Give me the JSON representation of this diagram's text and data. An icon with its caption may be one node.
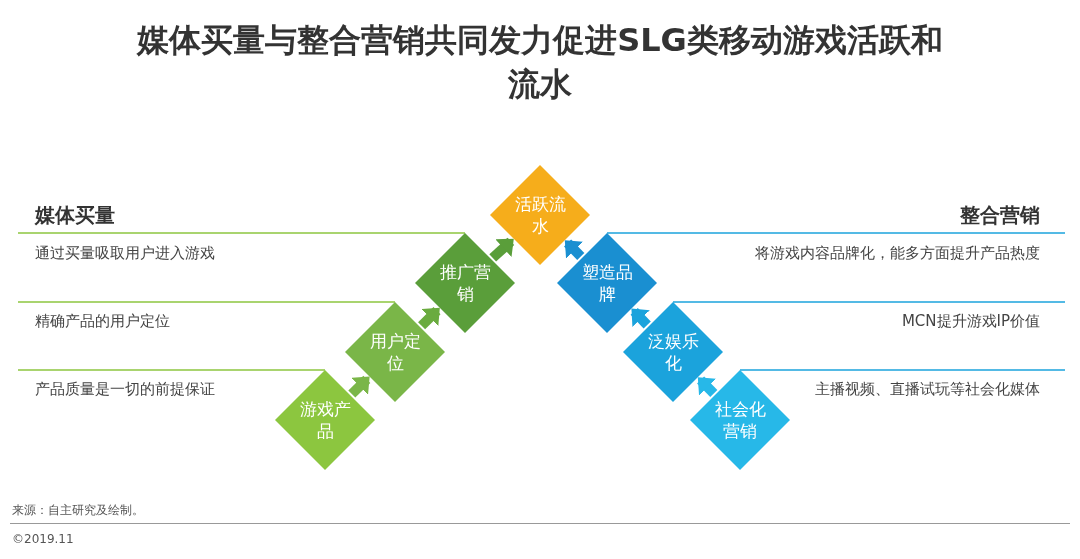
{
  "diagram": {
    "title": "媒体买量与整合营销共同发力促进SLG类移动游戏活跃和流水",
    "nodes": [
      {
        "text": [
          "游戏产品"
        ]
      },
      {
        "text": [
          "用户定位"
        ]
      },
      {
        "text": [
          "推广营销"
        ]
      },
      {
        "text": [
          "活跃流水"
        ]
      },
      {
        "text": [
          "塑造品牌"
        ]
      },
      {
        "text": [
          "泛娱乐化"
        ]
      },
      {
        "text": [
          "社会化营销"
        ]
      }
    ],
    "edges": [
      {
        "from": 0,
        "to": 1,
        "arrow": "to",
        "color": "#7ab648"
      },
      {
        "from": 1,
        "to": 2,
        "arrow": "to",
        "color": "#6aab3f"
      },
      {
        "from": 2,
        "to": 3,
        "arrow": "to",
        "color": "#5a9e3a"
      },
      {
        "from": 6,
        "to": 5,
        "arrow": "to",
        "color": "#27b8e8"
      },
      {
        "from": 5,
        "to": 4,
        "arrow": "to",
        "color": "#1ba3dc"
      },
      {
        "from": 4,
        "to": 3,
        "arrow": "to",
        "color": "#1a8fd1"
      }
    ],
    "labels": [
      "媒体买量",
      "整合营销",
      "通过买量吸取用户进入游戏",
      "将游戏内容品牌化，能多方面提升产品热度",
      "精确产品的用户定位",
      "MCN提升游戏IP价值",
      "产品质量是一切的前提保证",
      "主播视频、直播试玩等社会化媒体",
      "来源：自主研究及绘制。",
      "©2019.11"
    ]
  }
}
